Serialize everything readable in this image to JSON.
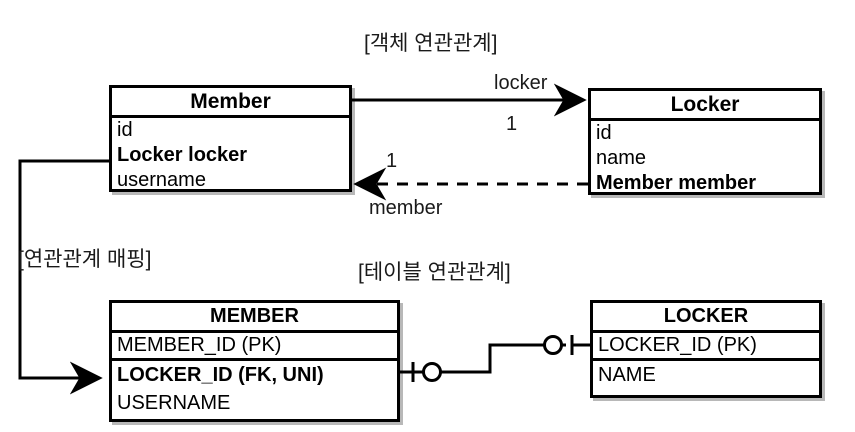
{
  "diagram": {
    "title_object": "[객체 연관관계]",
    "title_mapping": "[연관관계 매핑]",
    "title_table": "[테이블 연관관계]"
  },
  "object_model": {
    "member": {
      "name": "Member",
      "fields": [
        {
          "text": "id",
          "bold": false
        },
        {
          "text": "Locker locker",
          "bold": true
        },
        {
          "text": "username",
          "bold": false
        }
      ]
    },
    "locker": {
      "name": "Locker",
      "fields": [
        {
          "text": "id",
          "bold": false
        },
        {
          "text": "name",
          "bold": false
        },
        {
          "text": "Member member",
          "bold": true
        }
      ]
    },
    "edges": [
      {
        "label": "locker",
        "cardinality": "1",
        "style": "solid",
        "direction": "member-to-locker"
      },
      {
        "label": "member",
        "cardinality": "1",
        "style": "dashed",
        "direction": "locker-to-member"
      }
    ]
  },
  "table_model": {
    "member": {
      "name": "MEMBER",
      "columns": [
        {
          "text": "MEMBER_ID (PK)",
          "bold": false,
          "separator": true
        },
        {
          "text": "LOCKER_ID (FK, UNI)",
          "bold": true,
          "separator": false
        },
        {
          "text": "USERNAME",
          "bold": false,
          "separator": false
        }
      ]
    },
    "locker": {
      "name": "LOCKER",
      "columns": [
        {
          "text": "LOCKER_ID (PK)",
          "bold": false,
          "separator": true
        },
        {
          "text": "NAME",
          "bold": false,
          "separator": false
        }
      ]
    },
    "relationship": {
      "left_notation": "one-and-only-one",
      "right_notation": "one-and-only-one"
    }
  },
  "colors": {
    "stroke": "#000000",
    "text": "#1a1a1a",
    "background": "#ffffff"
  }
}
